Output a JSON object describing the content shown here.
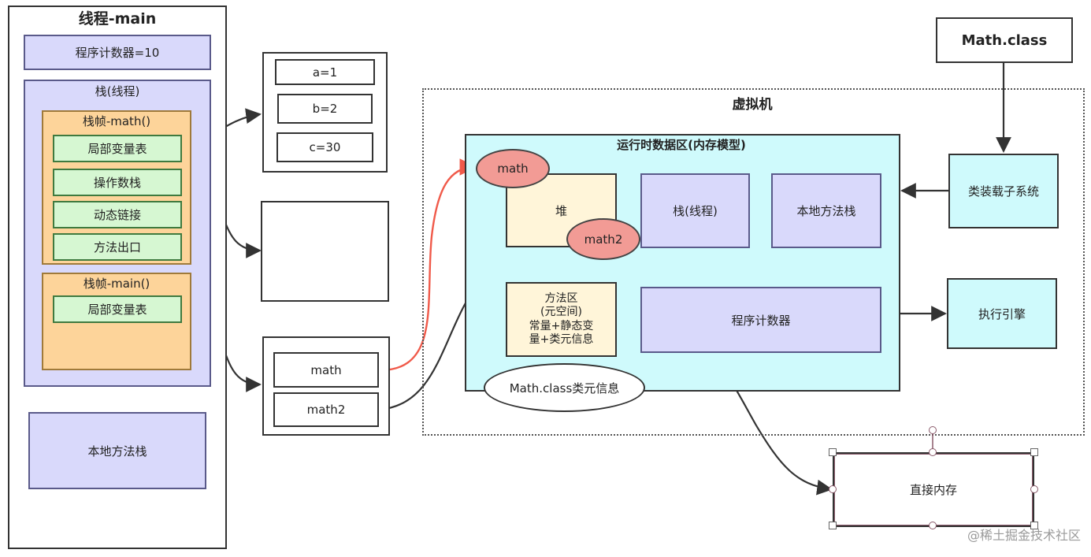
{
  "thread_main": {
    "title": "线程-main",
    "program_counter": "程序计数器=10",
    "stack_label": "栈(线程)",
    "frame_math": {
      "title": "栈帧-math()",
      "items": [
        "局部变量表",
        "操作数栈",
        "动态链接",
        "方法出口"
      ]
    },
    "frame_main": {
      "title": "栈帧-main()",
      "items": [
        "局部变量表"
      ]
    },
    "native_stack": "本地方法栈"
  },
  "locals_box": {
    "items": [
      "a=1",
      "b=2",
      "c=30"
    ]
  },
  "refs_box": {
    "items": [
      "math",
      "math2"
    ]
  },
  "math_class": "Math.class",
  "vm": {
    "title": "虚拟机",
    "runtime_area": "运行时数据区(内存模型)",
    "heap": "堆",
    "heap_objects": [
      "math",
      "math2"
    ],
    "stack": "栈(线程)",
    "native_stack": "本地方法栈",
    "method_area": "方法区\n(元空间)\n常量+静态变\n量+类元信息",
    "class_meta": "Math.class类元信息",
    "program_counter": "程序计数器",
    "class_loader": "类装载子系统",
    "exec_engine": "执行引擎"
  },
  "direct_memory": "直接内存",
  "watermark": "@稀土掘金技术社区",
  "colors": {
    "purple": "#d9d9fb",
    "orange": "#fdd49a",
    "green": "#d6f7d2",
    "cyan": "#cffafc",
    "cream": "#fff5d9",
    "salmon": "#f29b95",
    "red_arrow": "#f05a4a"
  }
}
